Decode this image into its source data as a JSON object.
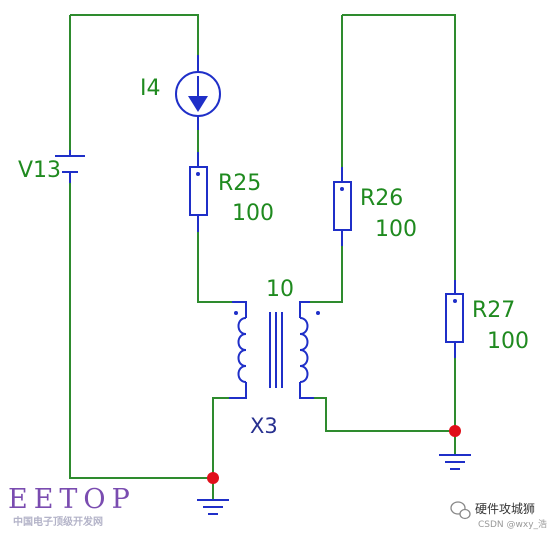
{
  "components": {
    "v13": {
      "name": "V13"
    },
    "i4": {
      "name": "I4"
    },
    "r25": {
      "name": "R25",
      "value": "100"
    },
    "r26": {
      "name": "R26",
      "value": "100"
    },
    "r27": {
      "name": "R27",
      "value": "100"
    },
    "x3": {
      "name": "X3",
      "value": "10"
    }
  },
  "watermark": {
    "logo": "EETOP",
    "tagline": "中国电子顶级开发网",
    "channel": "硬件攻城狮",
    "credit": "CSDN @wxy_浩"
  },
  "colors": {
    "wire": "#2e8b2e",
    "component": "#1f2fc8",
    "label": "#1f8a1f",
    "node": "#e0101a"
  }
}
